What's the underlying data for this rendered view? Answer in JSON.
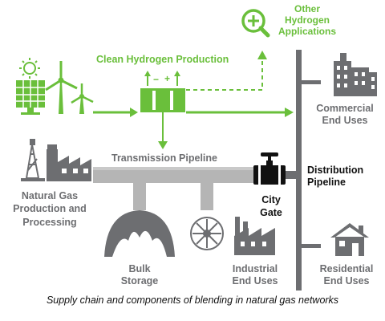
{
  "colors": {
    "green": "#6abf3b",
    "gray": "#6d6e71",
    "pipe": "#b5b5b5",
    "dark": "#111111"
  },
  "labels": {
    "other_hydrogen_1": "Other",
    "other_hydrogen_2": "Hydrogen",
    "other_hydrogen_3": "Applications",
    "clean_hydrogen": "Clean Hydrogen Production",
    "transmission": "Transmission Pipeline",
    "commercial_1": "Commercial",
    "commercial_2": "End Uses",
    "distribution_1": "Distribution",
    "distribution_2": "Pipeline",
    "natural_gas_1": "Natural Gas",
    "natural_gas_2": "Production and",
    "natural_gas_3": "Processing",
    "city_gate_1": "City",
    "city_gate_2": "Gate",
    "bulk_1": "Bulk",
    "bulk_2": "Storage",
    "industrial_1": "Industrial",
    "industrial_2": "End Uses",
    "residential_1": "Residential",
    "residential_2": "End Uses",
    "electrolyzer_minus": "−",
    "electrolyzer_plus": "+"
  },
  "caption": "Supply chain and components of blending in natural gas networks",
  "icons": [
    "plus-magnifier-icon",
    "sun-icon",
    "solar-panel-icon",
    "wind-turbine-icon",
    "electrolyzer-icon",
    "office-building-icon",
    "oil-rig-icon",
    "factory-icon",
    "valve-icon",
    "storage-dome-icon",
    "turbine-fan-icon",
    "industrial-factory-icon",
    "house-icon"
  ]
}
